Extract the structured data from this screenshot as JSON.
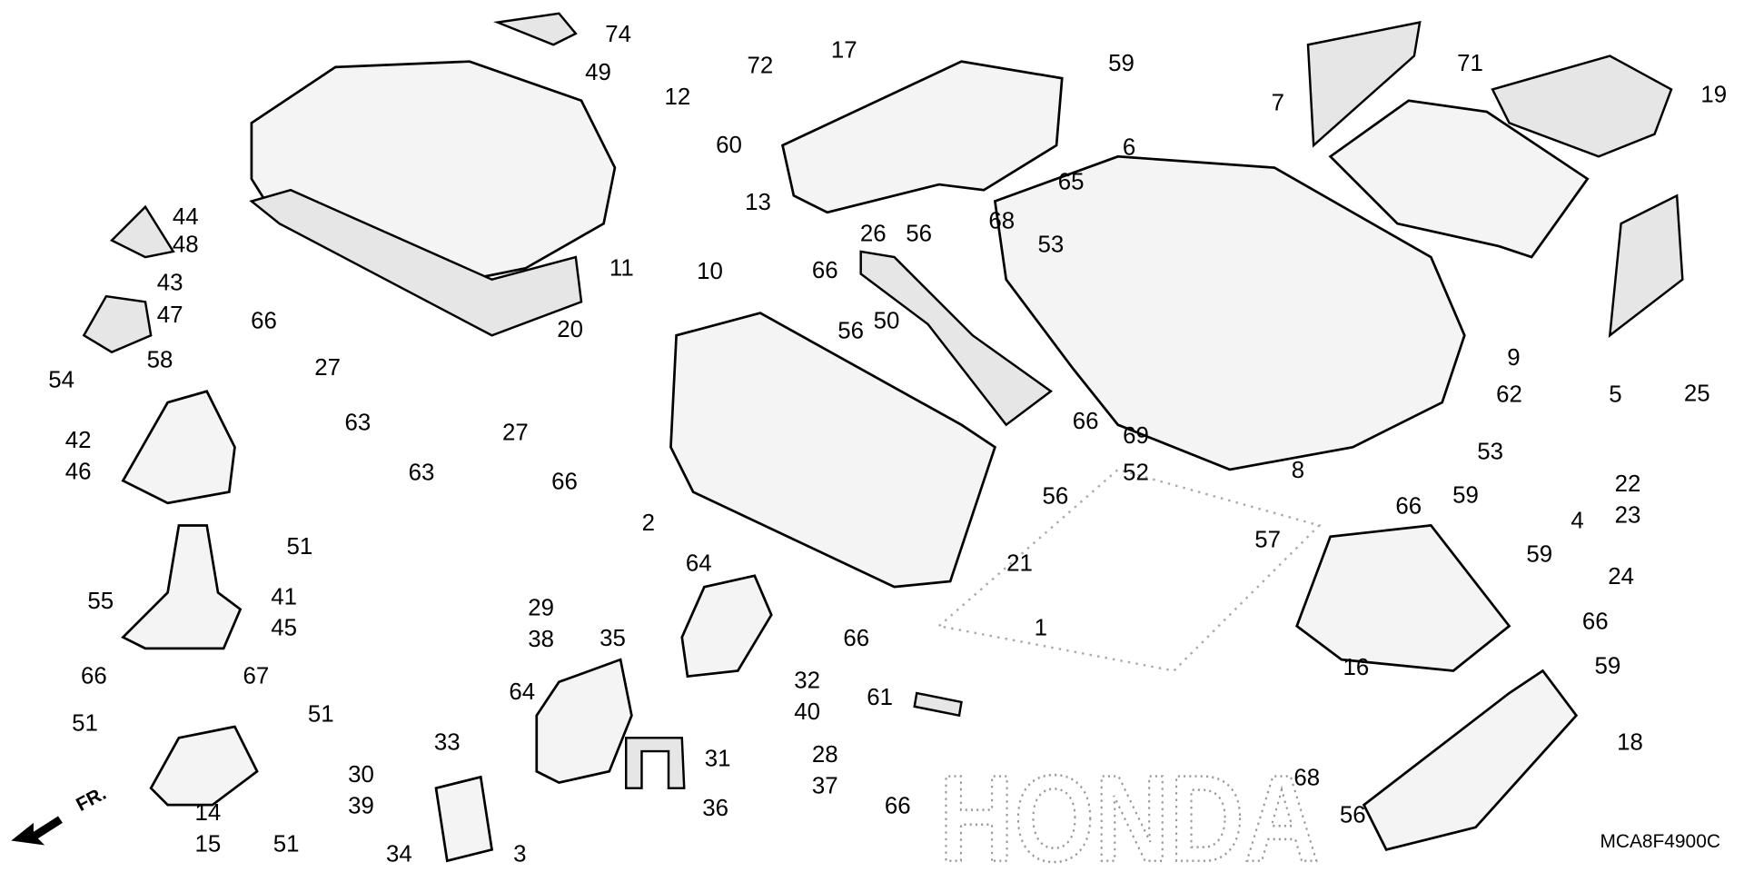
{
  "diagram": {
    "code": "MCA8F4900C",
    "front_label": "FR.",
    "watermark": "HONDA",
    "callouts": [
      "74",
      "72",
      "49",
      "12",
      "60",
      "17",
      "59",
      "71",
      "19",
      "7",
      "6",
      "65",
      "68",
      "56",
      "13",
      "10",
      "26",
      "66",
      "56",
      "50",
      "53",
      "9",
      "44",
      "48",
      "11",
      "43",
      "47",
      "66",
      "20",
      "27",
      "58",
      "54",
      "63",
      "27",
      "63",
      "42",
      "46",
      "66",
      "2",
      "62",
      "5",
      "25",
      "69",
      "66",
      "52",
      "53",
      "56",
      "22",
      "23",
      "4",
      "8",
      "66",
      "59",
      "57",
      "59",
      "21",
      "51",
      "41",
      "45",
      "55",
      "64",
      "29",
      "38",
      "35",
      "66",
      "1",
      "24",
      "66",
      "66",
      "67",
      "32",
      "40",
      "59",
      "64",
      "61",
      "16",
      "51",
      "51",
      "33",
      "31",
      "28",
      "37",
      "18",
      "68",
      "14",
      "15",
      "30",
      "39",
      "36",
      "66",
      "56",
      "51",
      "34",
      "3"
    ]
  }
}
